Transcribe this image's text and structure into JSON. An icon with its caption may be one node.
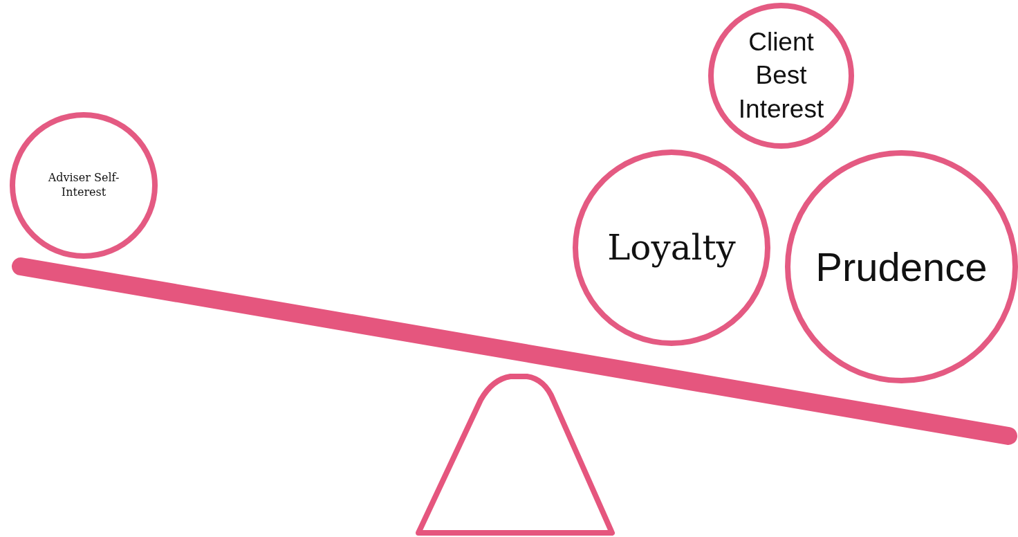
{
  "diagram": {
    "nodes": [
      {
        "text": [
          "Adviser Self-Interest"
        ]
      },
      {
        "text": [
          "Client Best Interest"
        ]
      },
      {
        "text": [
          "Loyalty"
        ]
      },
      {
        "text": [
          "Prudence"
        ]
      }
    ]
  }
}
